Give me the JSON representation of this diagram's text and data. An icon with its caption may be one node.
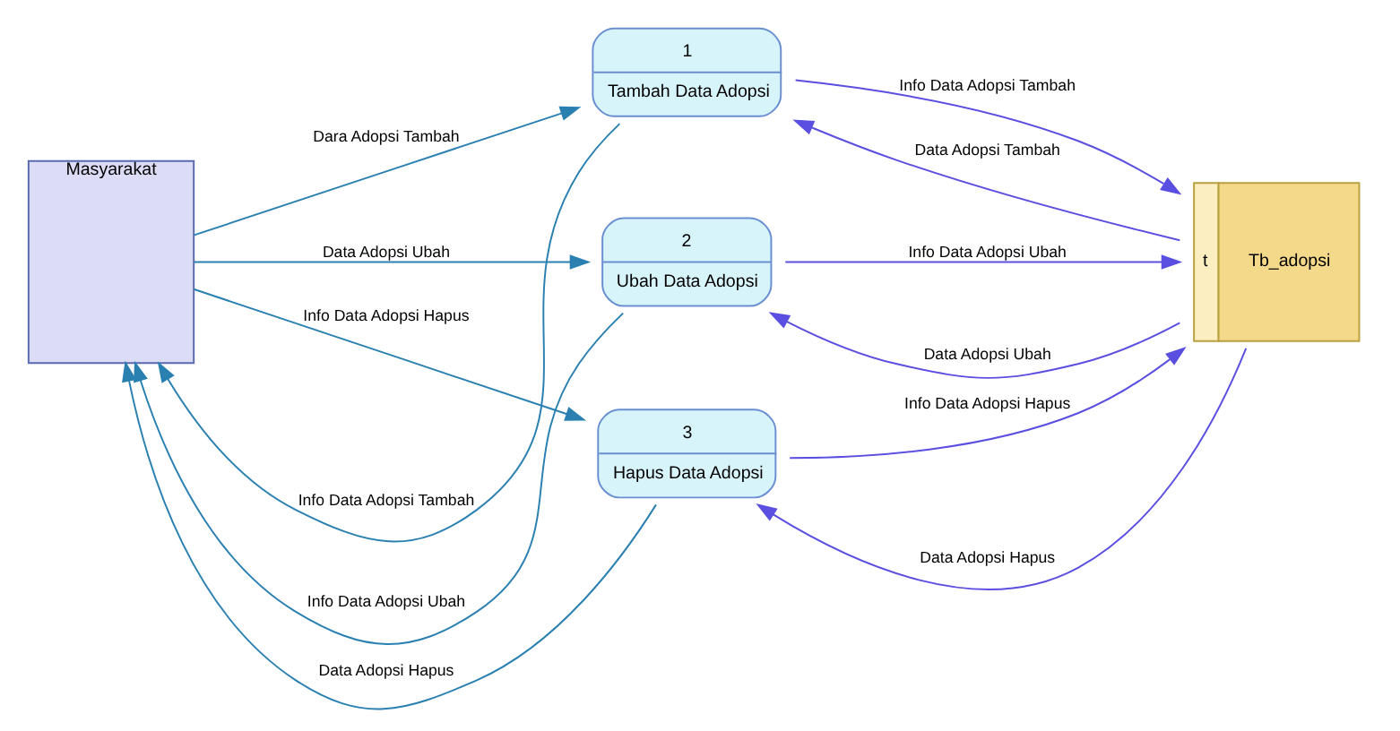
{
  "diagram": {
    "nodes": [
      {
        "text": [
          "Masyarakat"
        ]
      },
      {
        "text": [
          "1",
          "Tambah Data Adopsi"
        ]
      },
      {
        "text": [
          "2",
          "Ubah Data Adopsi"
        ]
      },
      {
        "text": [
          "3",
          "Hapus Data Adopsi"
        ]
      },
      {
        "text": [
          "t",
          "Tb_adopsi"
        ]
      }
    ],
    "edges": [
      {
        "from": 0,
        "to": 1,
        "arrow": "to",
        "label": "Dara Adopsi Tambah",
        "color": "#2a80b0"
      },
      {
        "from": 1,
        "to": 0,
        "arrow": "to",
        "label": "Info Data Adopsi Tambah",
        "color": "#2a80b0"
      },
      {
        "from": 4,
        "to": 1,
        "arrow": "to",
        "label": "Data Adopsi Tambah",
        "color": "#5a4fe0"
      },
      {
        "from": 1,
        "to": 4,
        "arrow": "to",
        "label": "Info Data Adopsi Tambah",
        "color": "#5a4fe0"
      },
      {
        "from": 0,
        "to": 2,
        "arrow": "to",
        "label": "Data Adopsi Ubah",
        "color": "#2a80b0"
      },
      {
        "from": 2,
        "to": 0,
        "arrow": "to",
        "label": "Info Data Adopsi Ubah",
        "color": "#2a80b0"
      },
      {
        "from": 4,
        "to": 2,
        "arrow": "to",
        "label": "Data Adopsi Ubah",
        "color": "#5a4fe0"
      },
      {
        "from": 2,
        "to": 4,
        "arrow": "to",
        "label": "Info Data Adopsi Ubah",
        "color": "#5a4fe0"
      },
      {
        "from": 3,
        "to": 0,
        "arrow": "to",
        "label": "Data Adopsi Hapus",
        "color": "#2a80b0"
      },
      {
        "from": 0,
        "to": 3,
        "arrow": "to",
        "label": "Info Data Adopsi Hapus",
        "color": "#2a80b0"
      },
      {
        "from": 4,
        "to": 3,
        "arrow": "to",
        "label": "Data Adopsi Hapus",
        "color": "#5a4fe0"
      },
      {
        "from": 3,
        "to": 4,
        "arrow": "to",
        "label": "Info Data Adopsi Hapus",
        "color": "#5a4fe0"
      }
    ]
  }
}
